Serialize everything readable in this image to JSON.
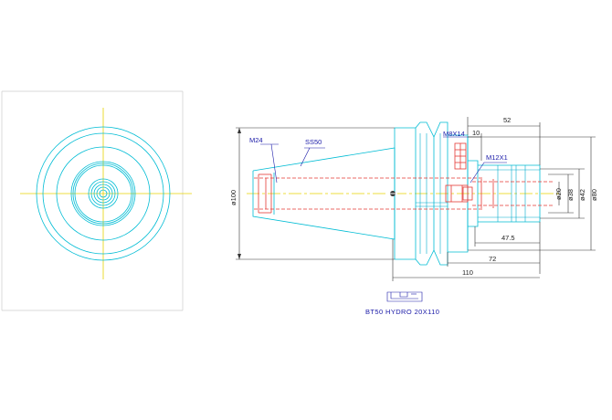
{
  "drawing": {
    "thread_front": "M24",
    "taper_label": "SS50",
    "screw_label": "M8X14",
    "thread_rear": "M12X1",
    "caption": "BT50 HYDRO 20X110"
  },
  "dimensions": {
    "d100": "ø100",
    "d20": "ø20",
    "d38": "ø38",
    "d42": "ø42",
    "d80": "ø80",
    "len52": "52",
    "len10": "10",
    "len47_5": "47.5",
    "len72": "72",
    "len110": "110"
  },
  "colors": {
    "outline": "#00bcd4",
    "hidden": "#e53935",
    "centerline": "#e6d200",
    "label": "#1a1aa8",
    "dimension": "#333333"
  }
}
